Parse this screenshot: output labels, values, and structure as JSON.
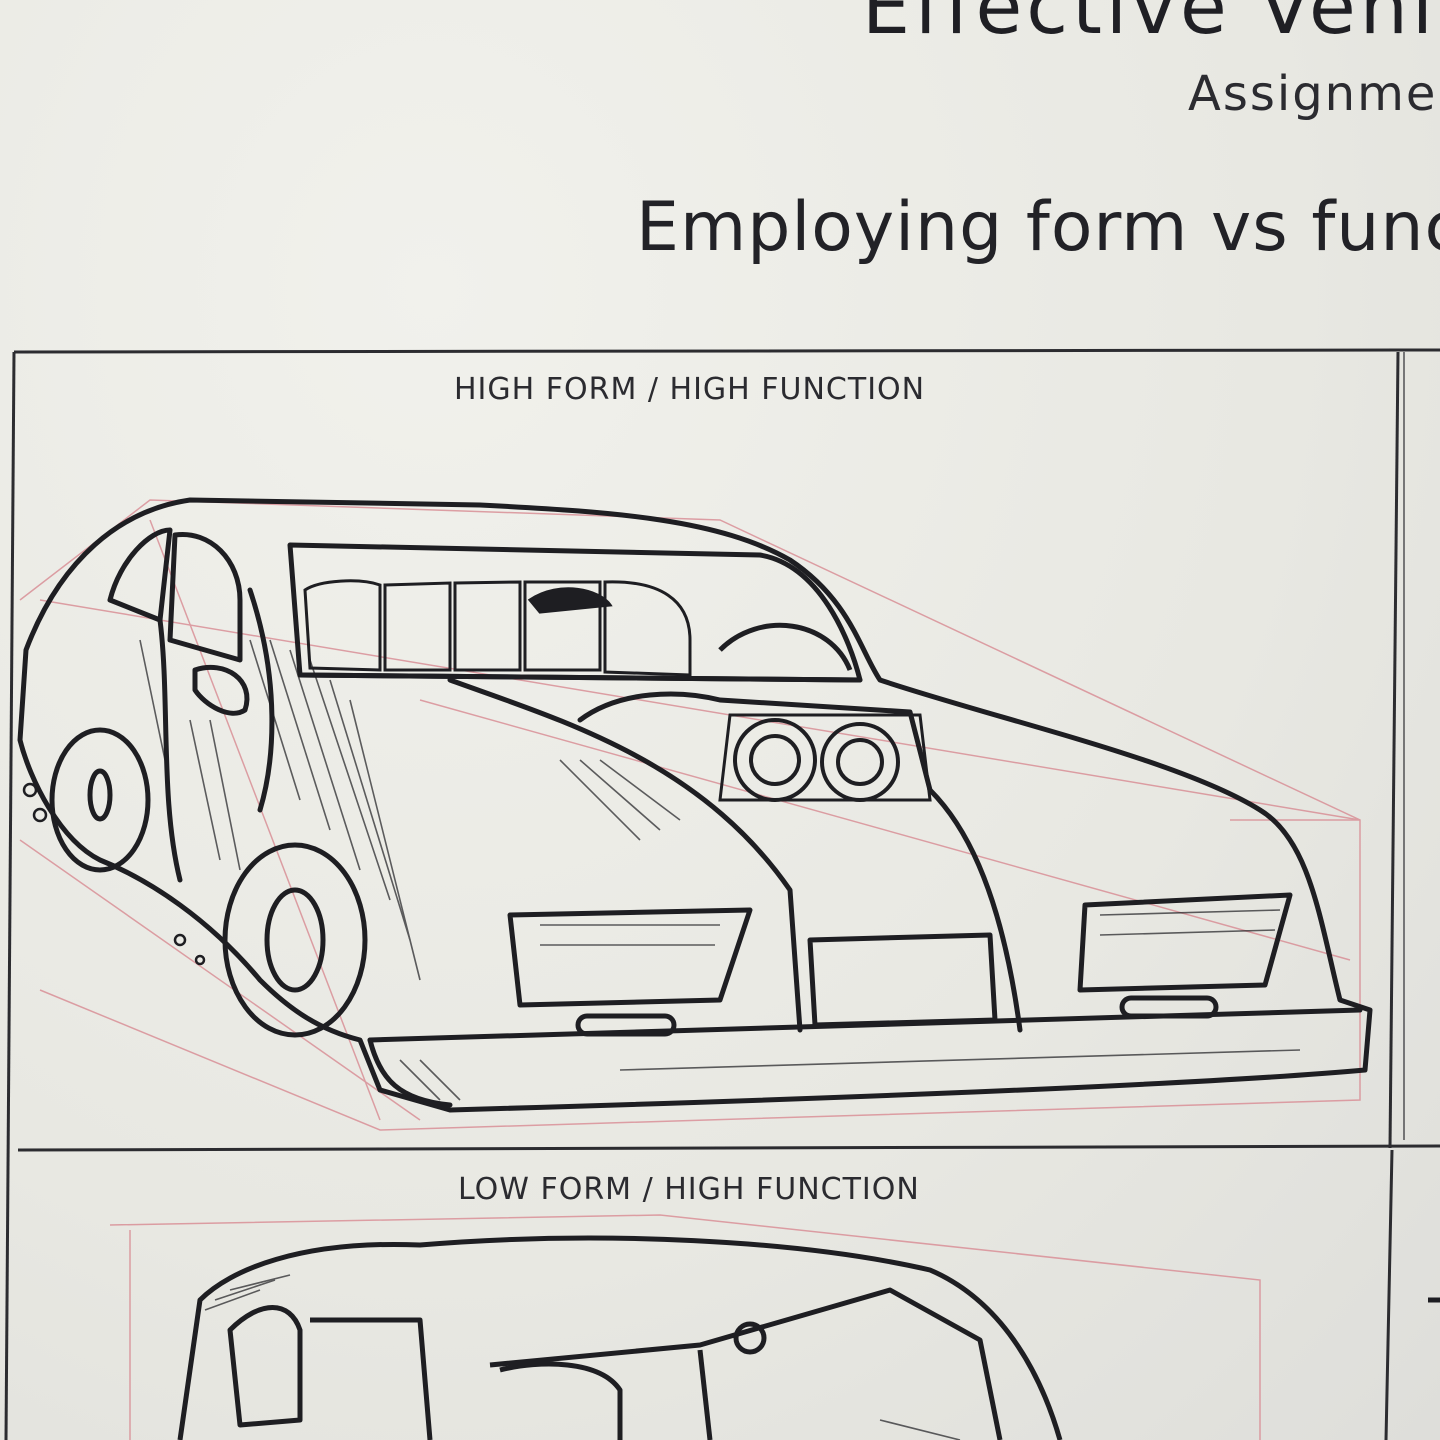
{
  "document": {
    "title": "Effective Vehi",
    "assignment": "Assignme",
    "subtitle": "Employing form vs func"
  },
  "panels": [
    {
      "label": "HIGH FORM / HIGH FUNCTION"
    },
    {
      "label": "LOW FORM / HIGH FUNCTION"
    }
  ],
  "colors": {
    "ink": "#1e1e22",
    "pencil": "#d88a92",
    "paper": "#ececE7"
  }
}
